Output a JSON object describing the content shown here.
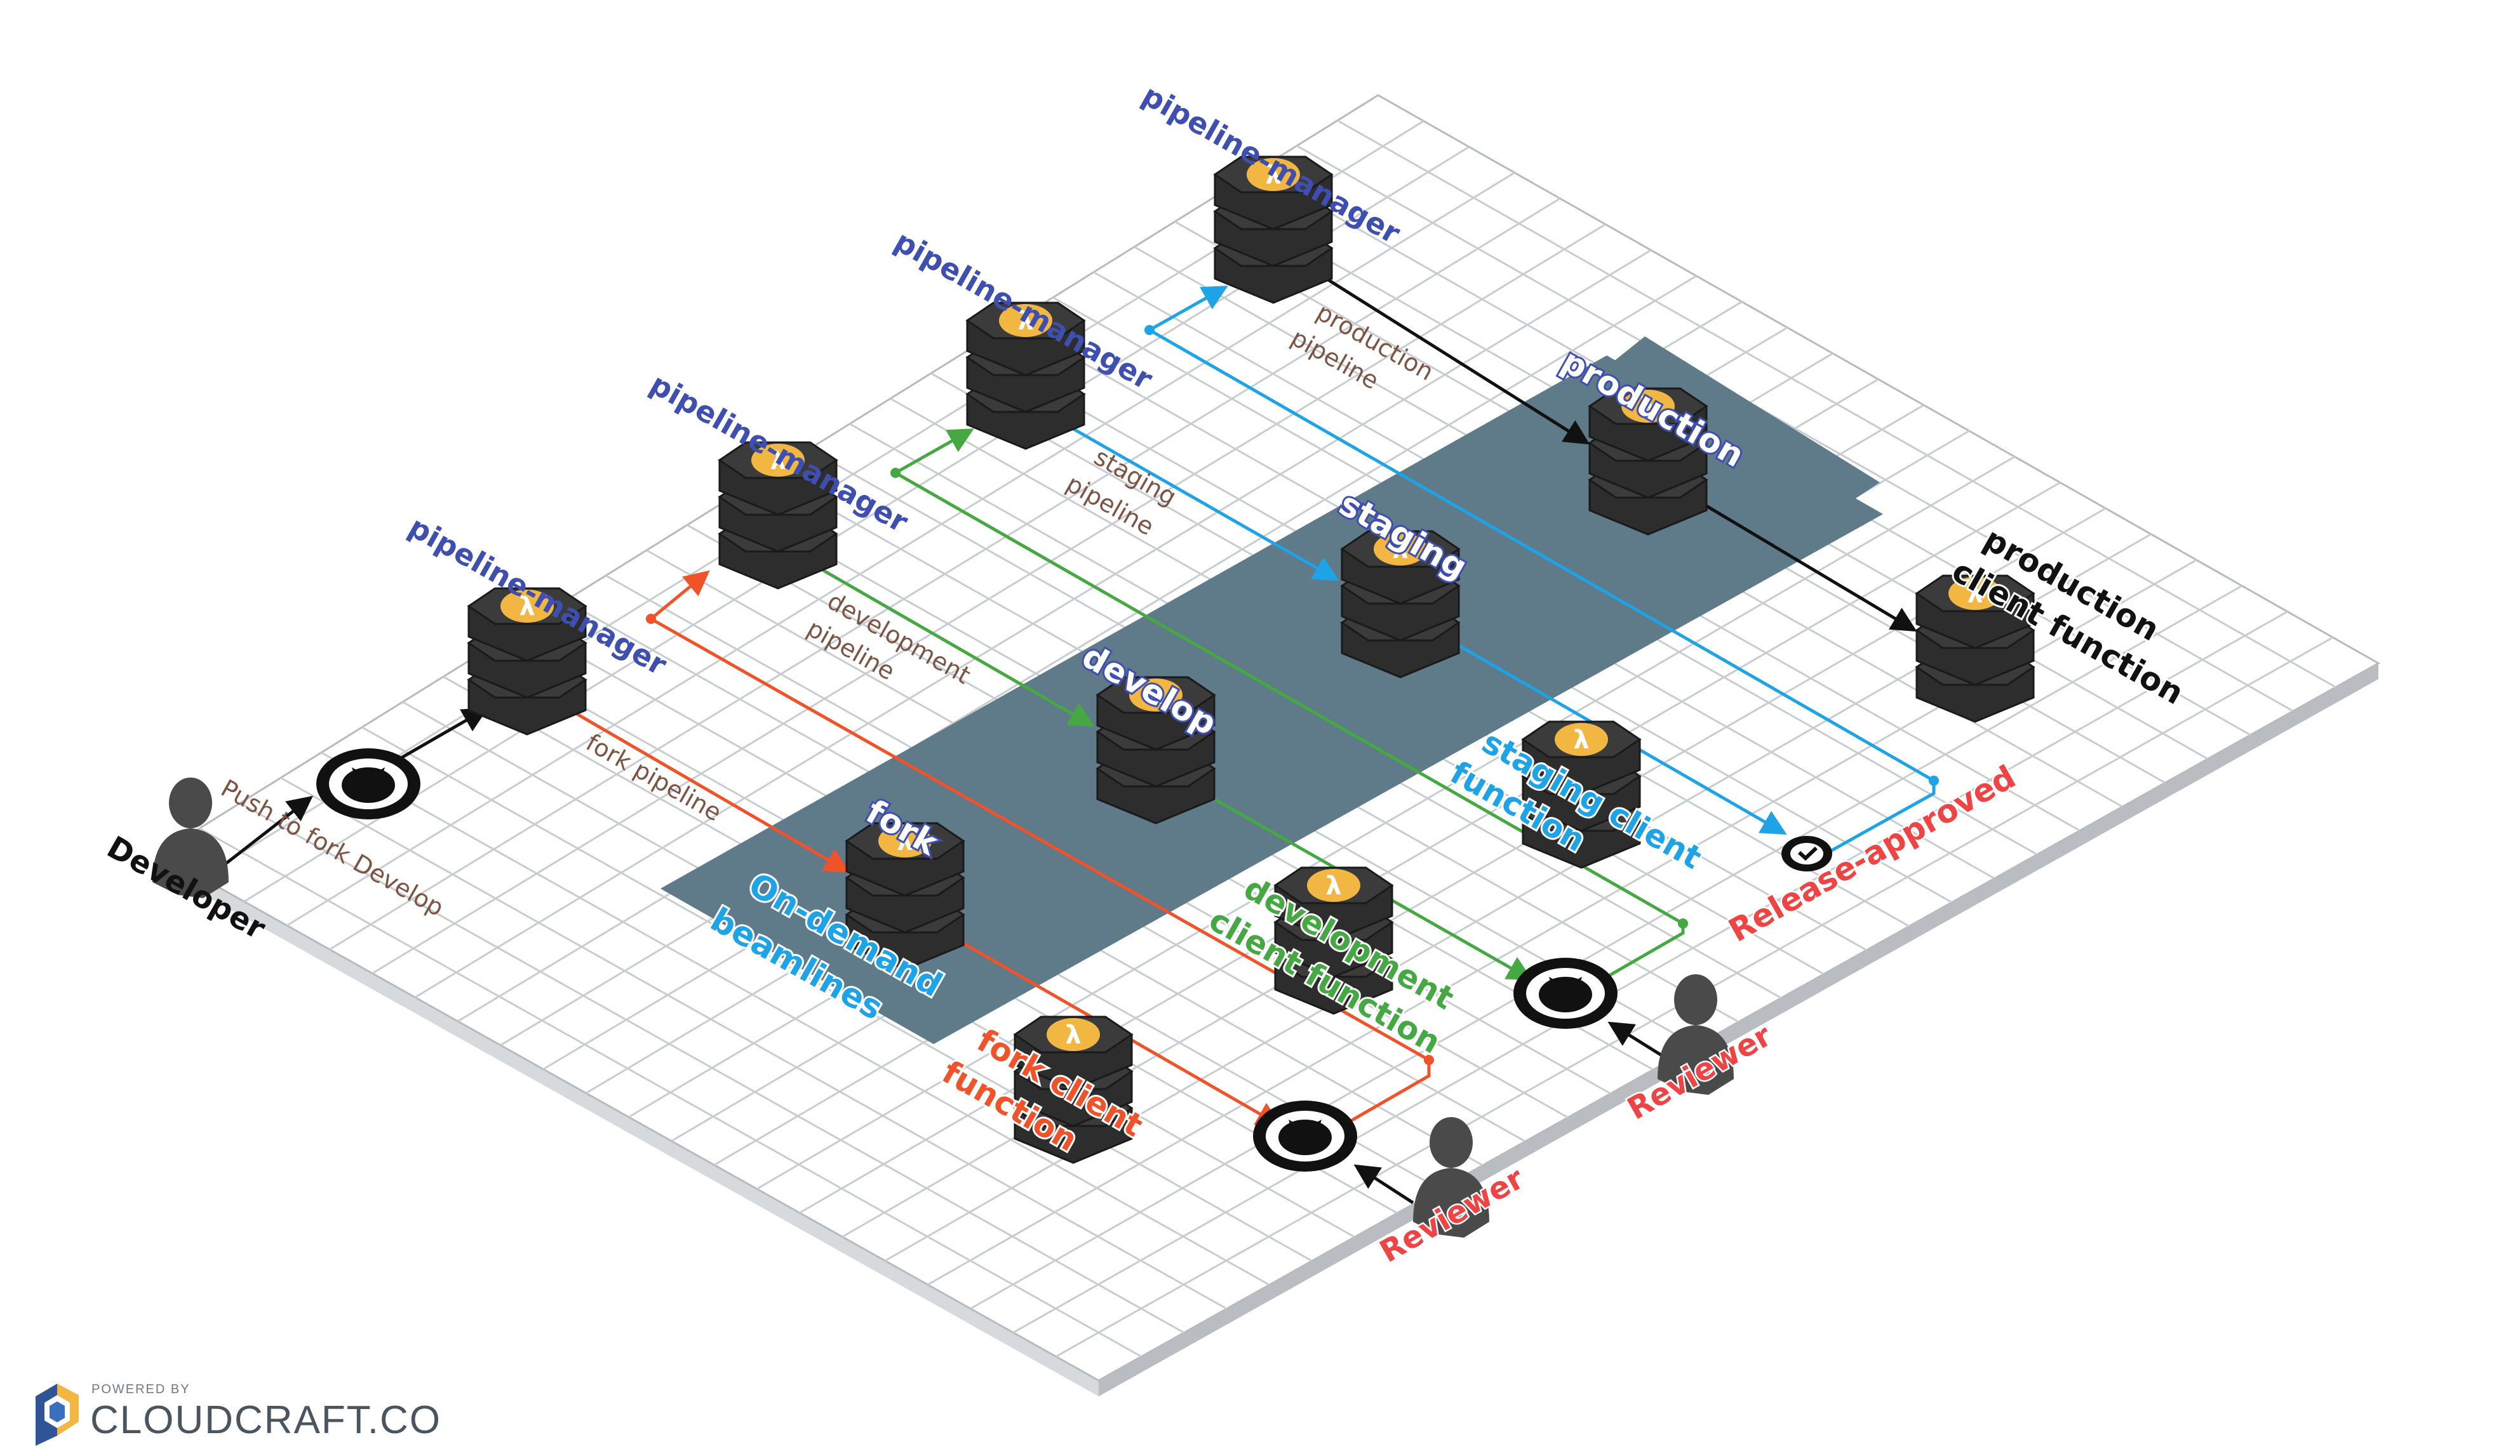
{
  "labels": {
    "mgr1": "pipeline-manager",
    "mgr2": "pipeline-manager",
    "mgr3": "pipeline-manager",
    "mgr4": "pipeline-manager",
    "fork_pipeline": "fork pipeline",
    "dev_pipeline_1": "development",
    "dev_pipeline_2": "pipeline",
    "staging_pipeline_1": "staging",
    "staging_pipeline_2": "pipeline",
    "production_pipeline_1": "production",
    "production_pipeline_2": "pipeline",
    "zone_fork": "fork",
    "zone_develop": "develop",
    "zone_staging": "staging",
    "zone_production": "production",
    "on_demand_1": "On-demand",
    "on_demand_2": "beamlines",
    "fork_client_1": "fork client",
    "fork_client_2": "function",
    "dev_client_1": "development",
    "dev_client_2": "client function",
    "staging_client_1": "staging client",
    "staging_client_2": "function",
    "production_client_1": "production",
    "production_client_2": "client function",
    "developer": "Developer",
    "push_to_fork": "Push to fork Develop",
    "reviewer_1": "Reviewer",
    "reviewer_2": "Reviewer",
    "release_approved": "Release-approved"
  },
  "icons": {
    "function": "lambda-icon",
    "repo": "github-icon",
    "person": "user-icon",
    "approve": "check-icon"
  },
  "brand": {
    "powered_by": "POWERED BY",
    "name": "CLOUDCRAFT.CO"
  },
  "colors": {
    "grid_line": "#c9ccd0",
    "platform_top": "#ffffff",
    "zone_fill": "#5f7a88",
    "manager_text": "#3e4fb0",
    "pipeline_text": "#7b5444",
    "fork": "#f0522a",
    "develop": "#45a843",
    "staging": "#1ea3e6",
    "production": "#111111",
    "reviewer": "#ef4444",
    "server_body": "#2d2d2d",
    "lambda_badge": "#f2b643"
  }
}
